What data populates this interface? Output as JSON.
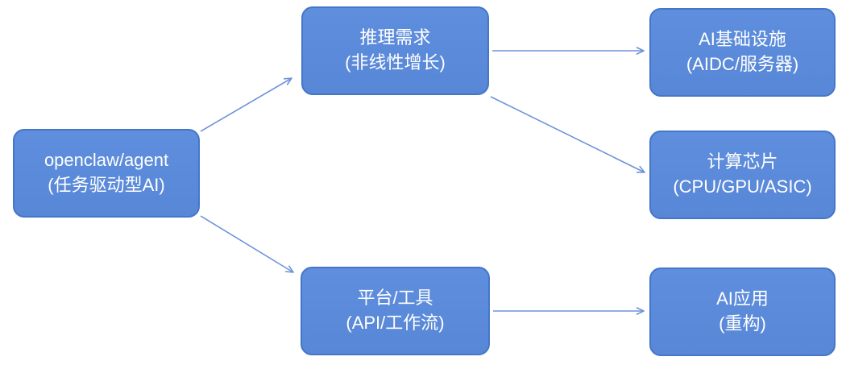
{
  "diagram": {
    "title": "openclaw/agent task-driven AI value-chain diagram",
    "colors": {
      "node_fill": "#5b8bda",
      "node_border": "#4577c8",
      "node_text": "#ffffff",
      "arrow": "#6e93d8",
      "background": "#ffffff"
    },
    "nodes": [
      {
        "id": "agent",
        "line1": "openclaw/agent",
        "line2": "(任务驱动型AI)"
      },
      {
        "id": "inference",
        "line1": "推理需求",
        "line2": "(非线性增长)"
      },
      {
        "id": "platform",
        "line1": "平台/工具",
        "line2": "(API/工作流)"
      },
      {
        "id": "infra",
        "line1": "AI基础设施",
        "line2": "(AIDC/服务器)"
      },
      {
        "id": "chips",
        "line1": "计算芯片",
        "line2": "(CPU/GPU/ASIC)"
      },
      {
        "id": "apps",
        "line1": "AI应用",
        "line2": "(重构)"
      }
    ],
    "edges": [
      {
        "from": "agent",
        "to": "inference"
      },
      {
        "from": "agent",
        "to": "platform"
      },
      {
        "from": "inference",
        "to": "infra"
      },
      {
        "from": "inference",
        "to": "chips"
      },
      {
        "from": "platform",
        "to": "apps"
      }
    ]
  }
}
